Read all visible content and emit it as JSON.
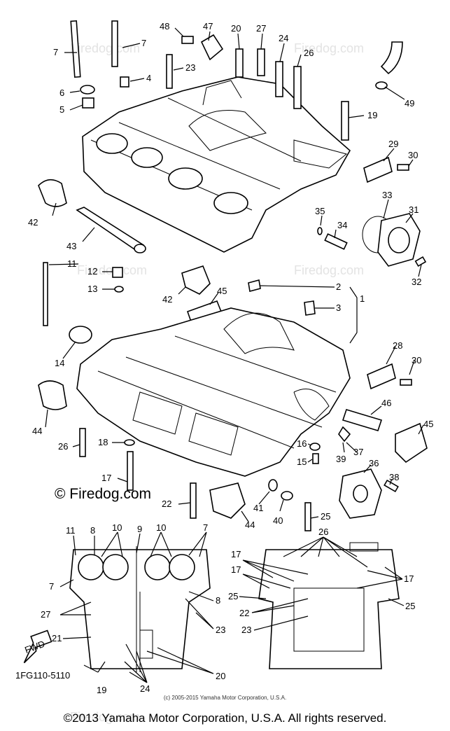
{
  "watermark": "Firedog.com",
  "brand_mark": "© Firedog.com",
  "diagram_code": "1FG110-5110",
  "fwd_label": "FWD",
  "small_copyright": "(c) 2005-2015 Yamaha Motor Corporation, U.S.A.",
  "copyright": "©2013 Yamaha Motor Corporation, U.S.A. All rights reserved.",
  "callouts": {
    "c48": "48",
    "c47": "47",
    "c20a": "20",
    "c27a": "27",
    "c24a": "24",
    "c26a": "26",
    "c7a": "7",
    "c7b": "7",
    "c4": "4",
    "c23a": "23",
    "c6": "6",
    "c5": "5",
    "c49": "49",
    "c19a": "19",
    "c29": "29",
    "c30a": "30",
    "c33": "33",
    "c31": "31",
    "c42a": "42",
    "c43": "43",
    "c35": "35",
    "c34": "34",
    "c32": "32",
    "c11a": "11",
    "c12": "12",
    "c13": "13",
    "c42b": "42",
    "c45a": "45",
    "c2": "2",
    "c3": "3",
    "c1": "1",
    "c14": "14",
    "c28": "28",
    "c30b": "30",
    "c46": "46",
    "c45b": "45",
    "c44a": "44",
    "c26b": "26",
    "c18": "18",
    "c16": "16",
    "c39": "39",
    "c37": "37",
    "c15": "15",
    "c36": "36",
    "c38": "38",
    "c17a": "17",
    "c22a": "22",
    "c41": "41",
    "c40": "40",
    "c25a": "25",
    "c44b": "44",
    "c11b": "11",
    "c8a": "8",
    "c10a": "10",
    "c9": "9",
    "c10b": "10",
    "c7c": "7",
    "c7d": "7",
    "c27b": "27",
    "c21": "21",
    "c19b": "19",
    "c24b": "24",
    "c8b": "8",
    "c23b": "23",
    "c20b": "20",
    "c26c": "26",
    "c17b": "17",
    "c17c": "17",
    "c17d": "17",
    "c25b": "25",
    "c22b": "22",
    "c23c": "23",
    "c25c": "25"
  }
}
